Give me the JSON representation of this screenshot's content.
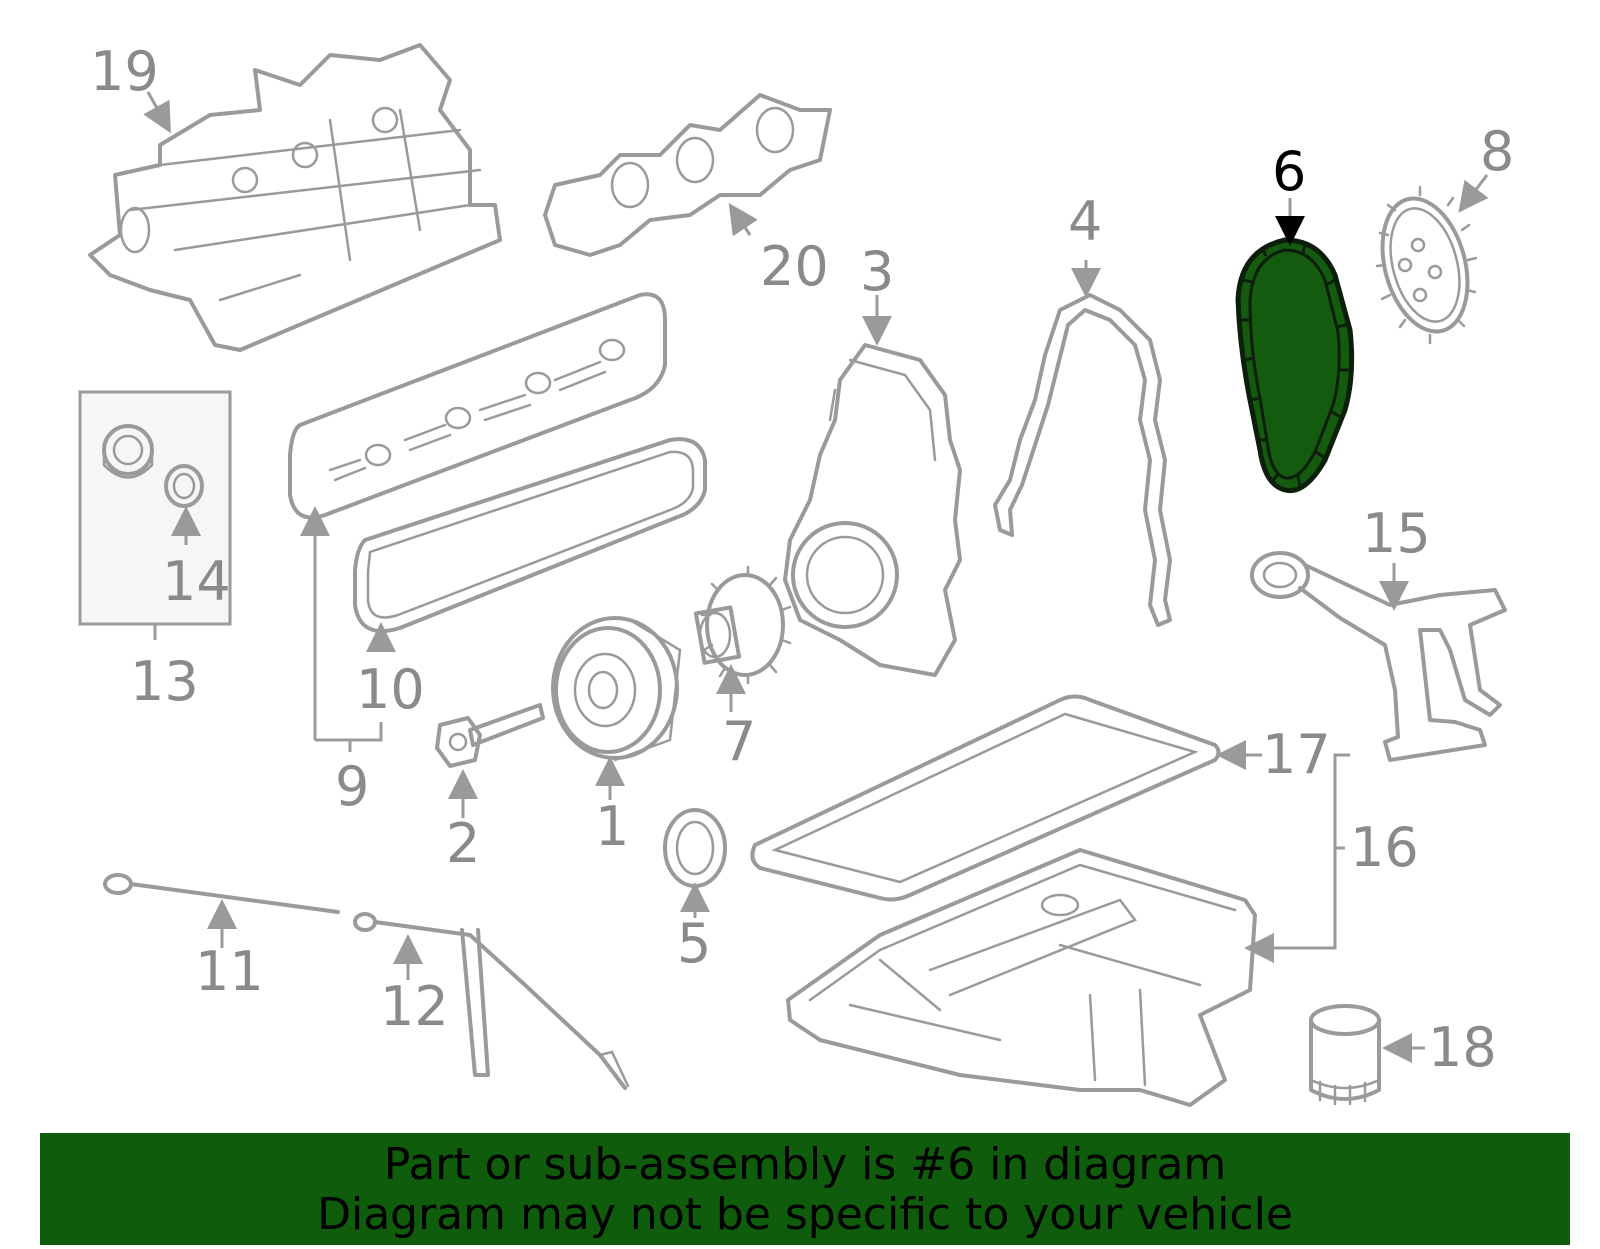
{
  "callouts": {
    "c1": "1",
    "c2": "2",
    "c3": "3",
    "c4": "4",
    "c5": "5",
    "c6": "6",
    "c7": "7",
    "c8": "8",
    "c9": "9",
    "c10": "10",
    "c11": "11",
    "c12": "12",
    "c13": "13",
    "c14": "14",
    "c15": "15",
    "c16": "16",
    "c17": "17",
    "c18": "18",
    "c19": "19",
    "c20": "20"
  },
  "highlighted_part": "6",
  "colors": {
    "highlight_fill": "#145a0f",
    "banner_bg": "#0f5c0c",
    "part_outline": "#9a9a9a"
  },
  "banner": {
    "line1": "Part or sub-assembly is #6 in diagram",
    "line2": "Diagram may not be specific to your vehicle"
  }
}
